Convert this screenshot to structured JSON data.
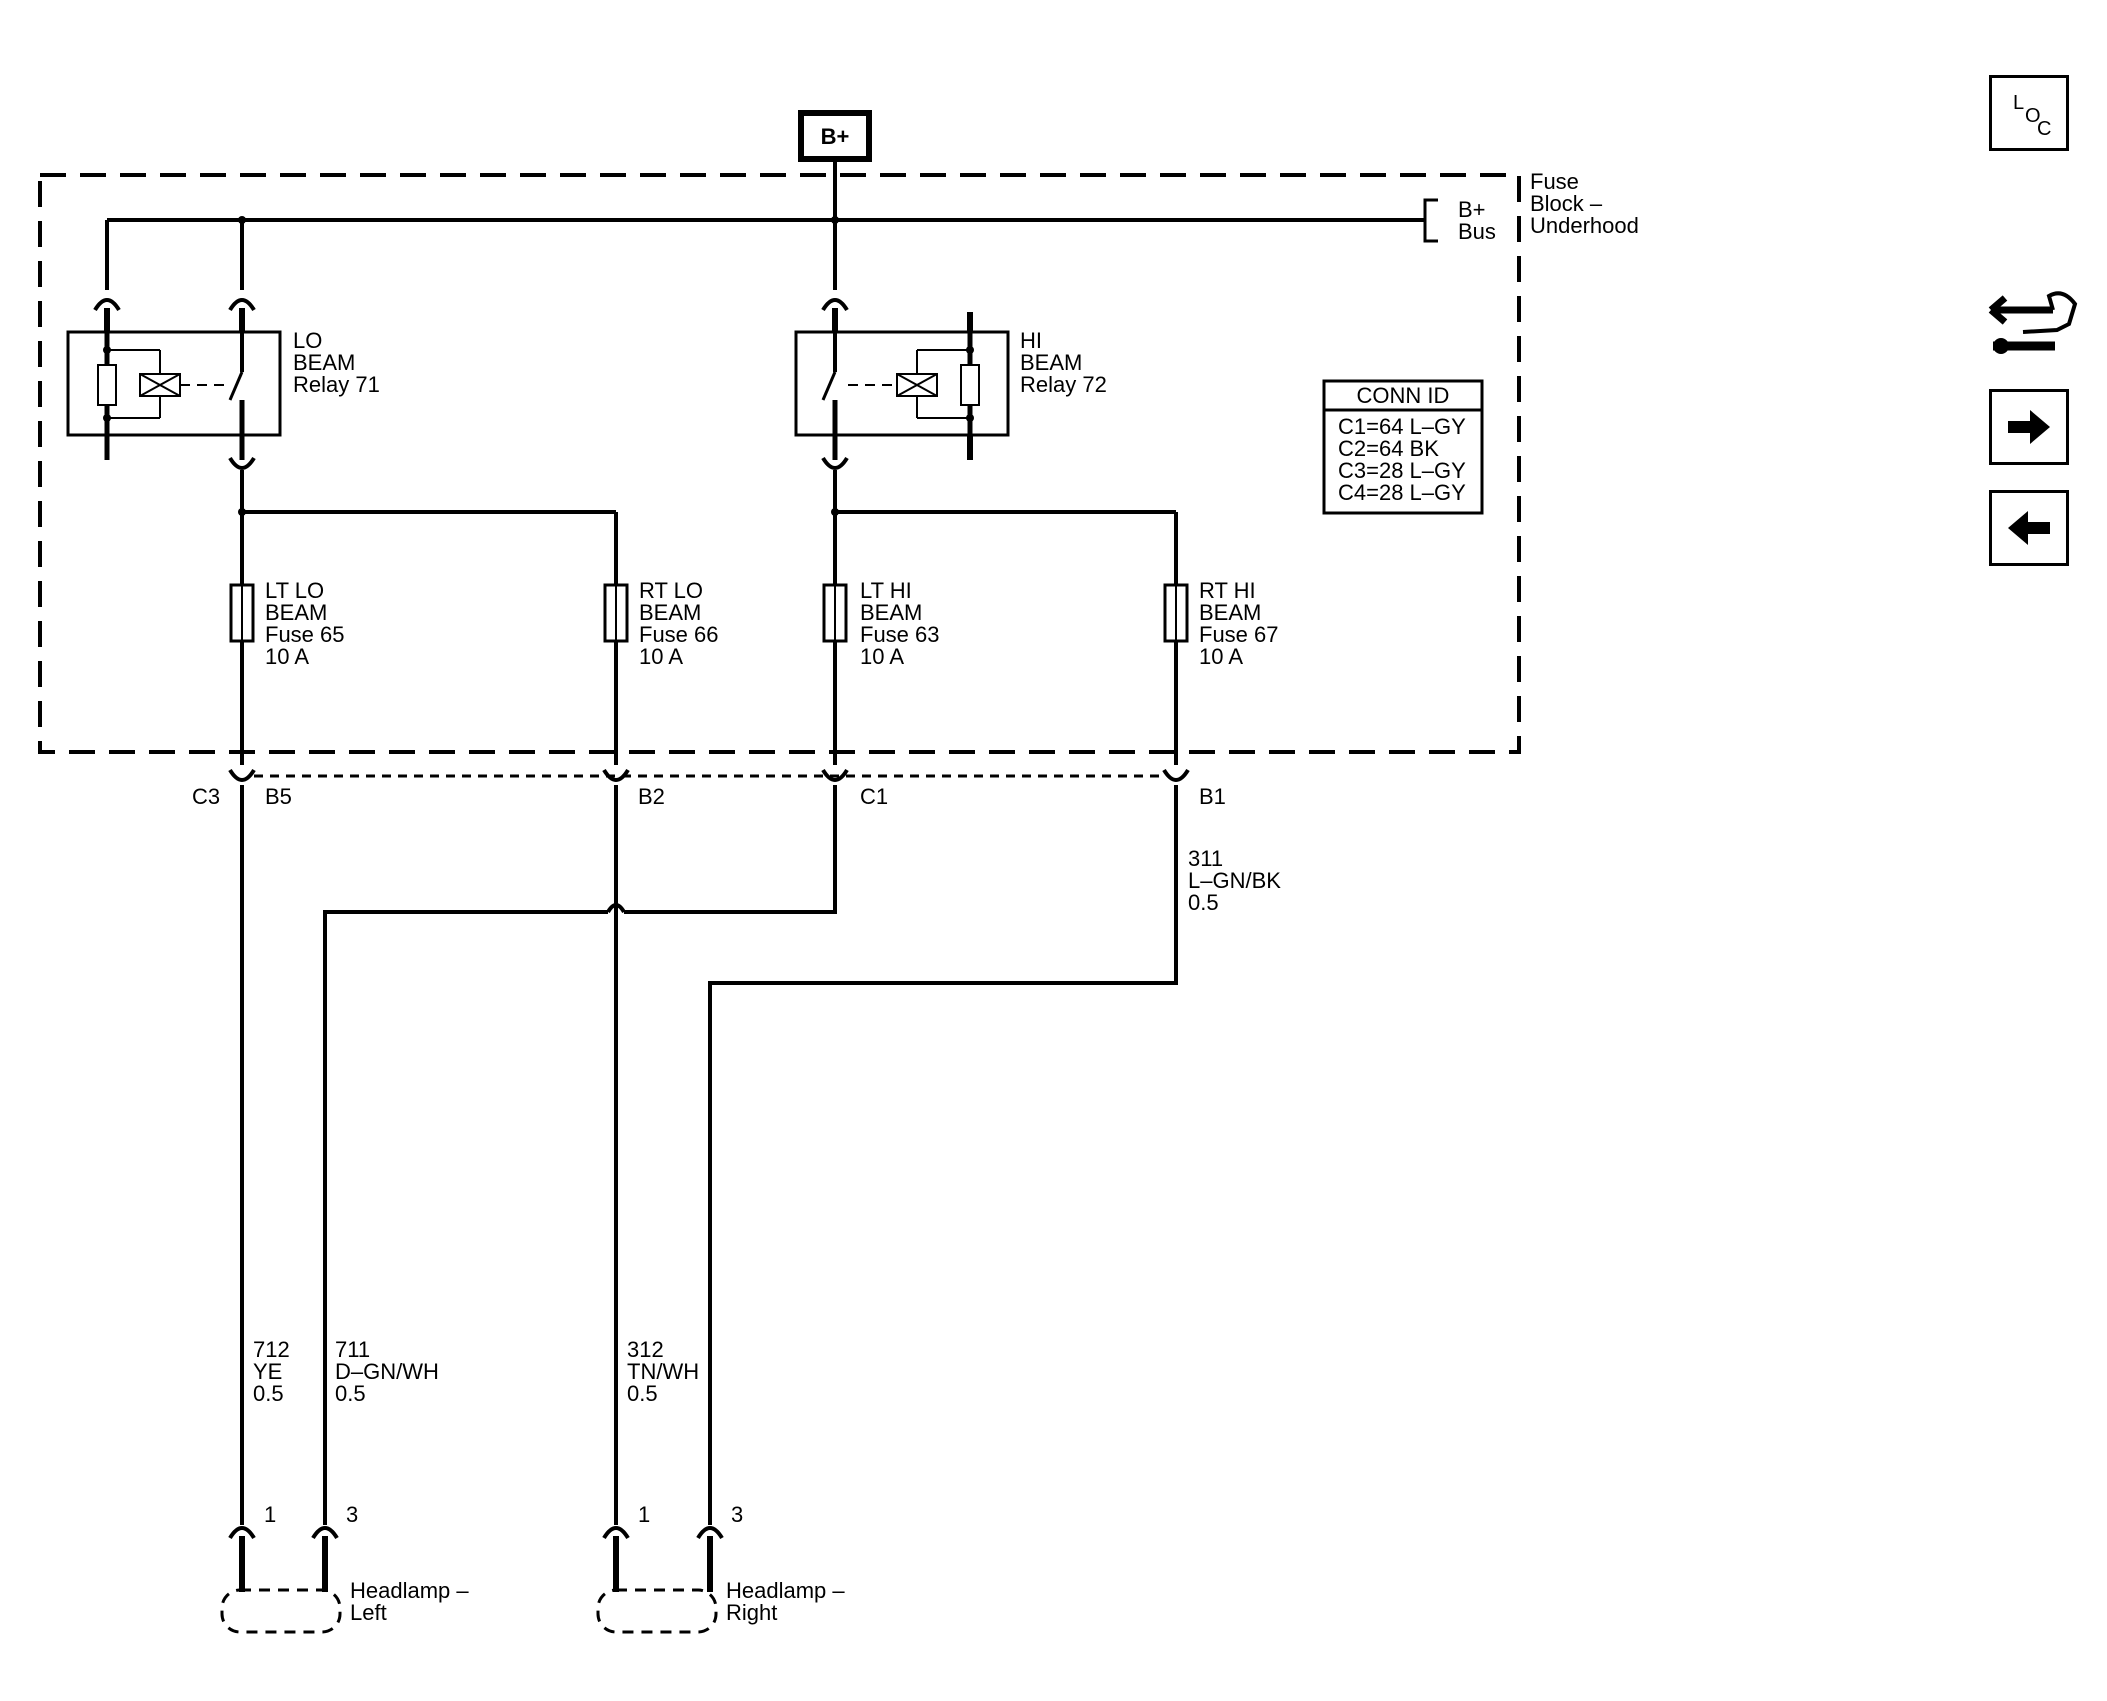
{
  "power_source": "B+",
  "fuse_block": {
    "name_lines": [
      "Fuse",
      "Block –",
      "Underhood"
    ],
    "bus_lines": [
      "B+",
      "Bus"
    ]
  },
  "relays": {
    "lo": {
      "lines": [
        "LO",
        "BEAM",
        "Relay 71"
      ]
    },
    "hi": {
      "lines": [
        "HI",
        "BEAM",
        "Relay 72"
      ]
    }
  },
  "conn_id": {
    "title": "CONN ID",
    "rows": [
      "C1=64 L–GY",
      "C2=64 BK",
      "C3=28 L–GY",
      "C4=28 L–GY"
    ]
  },
  "fuses": {
    "lt_lo": {
      "lines": [
        "LT LO",
        "BEAM",
        "Fuse 65",
        "10 A"
      ]
    },
    "rt_lo": {
      "lines": [
        "RT LO",
        "BEAM",
        "Fuse 66",
        "10 A"
      ]
    },
    "lt_hi": {
      "lines": [
        "LT HI",
        "BEAM",
        "Fuse 63",
        "10 A"
      ]
    },
    "rt_hi": {
      "lines": [
        "RT HI",
        "BEAM",
        "Fuse 67",
        "10 A"
      ]
    }
  },
  "connector": {
    "name": "C3",
    "pins": {
      "lt_lo": "B5",
      "rt_lo": "B2",
      "lt_hi": "C1",
      "rt_hi": "B1"
    }
  },
  "wires": {
    "w712": {
      "lines": [
        "712",
        "YE",
        "0.5"
      ]
    },
    "w711": {
      "lines": [
        "711",
        "D–GN/WH",
        "0.5"
      ]
    },
    "w312": {
      "lines": [
        "312",
        "TN/WH",
        "0.5"
      ]
    },
    "w311": {
      "lines": [
        "311",
        "L–GN/BK",
        "0.5"
      ]
    }
  },
  "headlamps": {
    "left": {
      "lines": [
        "Headlamp –",
        "Left"
      ],
      "pins": [
        "1",
        "3"
      ]
    },
    "right": {
      "lines": [
        "Headlamp –",
        "Right"
      ],
      "pins": [
        "1",
        "3"
      ]
    }
  },
  "nav": {
    "loc_letters": [
      "L",
      "O",
      "C"
    ],
    "icons": [
      "loc-icon",
      "component-swap-icon",
      "arrow-right-icon",
      "arrow-left-icon"
    ]
  }
}
